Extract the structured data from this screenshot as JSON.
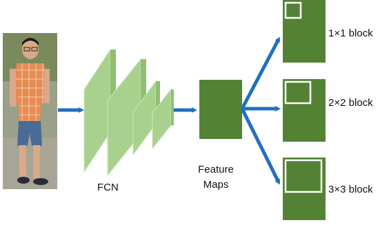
{
  "diagram": {
    "fcn_label": "FCN",
    "feature_maps_label_line1": "Feature",
    "feature_maps_label_line2": "Maps",
    "blocks": [
      {
        "label": "1×1 block"
      },
      {
        "label": "2×2 block"
      },
      {
        "label": "3×3 block"
      }
    ],
    "colors": {
      "arrow": "#1f6fc4",
      "fcn_front": "#a9d18e",
      "fcn_side": "#8fbf6f",
      "feature_map": "#548235",
      "block_outline": "#ffffff"
    },
    "person_image": "photo of a pedestrian (person in orange checked shirt and denim shorts)"
  }
}
